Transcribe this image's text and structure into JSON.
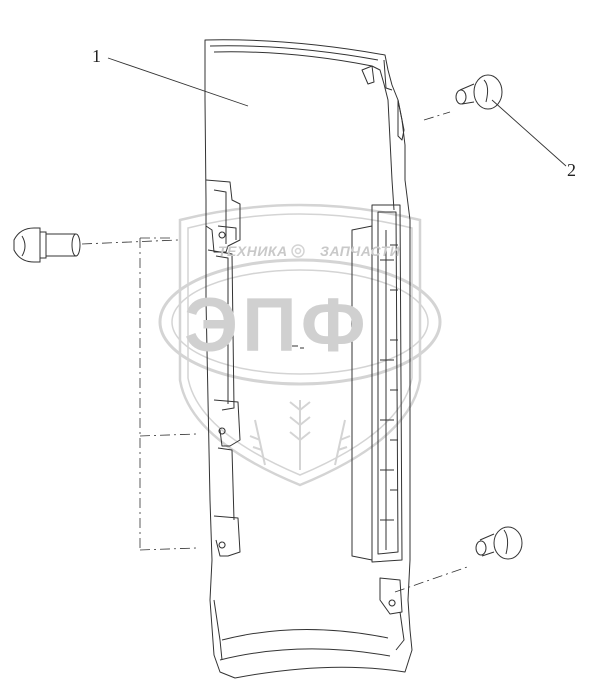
{
  "callouts": [
    {
      "id": "part-1",
      "label": "1"
    },
    {
      "id": "part-2",
      "label": "2"
    }
  ],
  "watermark": {
    "top_left": "ТЕХНИКА",
    "top_right": "ЗАПЧАСТИ",
    "logo": "ЭПФ",
    "color": "#d4d4d4"
  },
  "colors": {
    "line": "#333333",
    "background": "#ffffff"
  }
}
